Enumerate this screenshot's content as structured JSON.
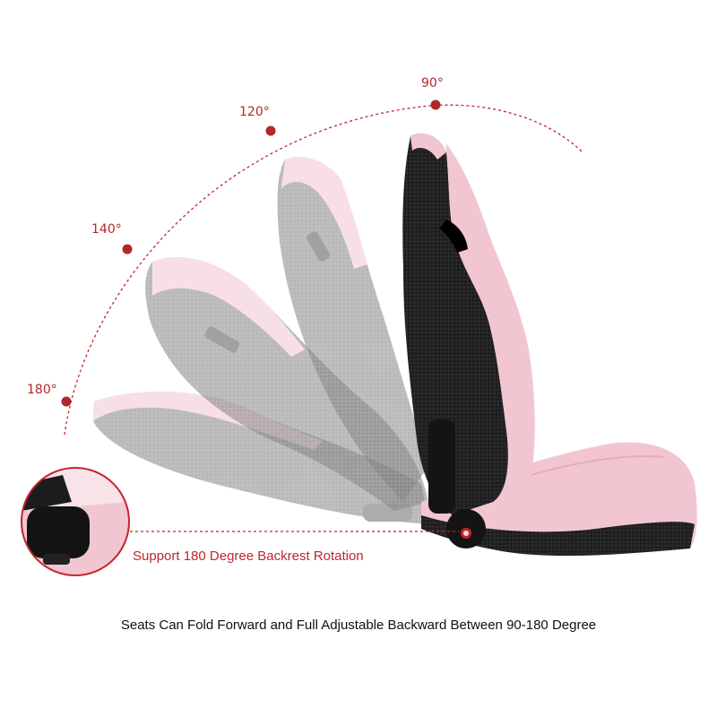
{
  "angles": [
    {
      "label": "90°"
    },
    {
      "label": "120°"
    },
    {
      "label": "140°"
    },
    {
      "label": "180°"
    }
  ],
  "feature_caption": "Support 180 Degree Backrest Rotation",
  "bottom_caption": "Seats Can Fold Forward and Full Adjustable Backward Between 90-180 Degree",
  "colors": {
    "accent_red": "#c0262c",
    "seat_pink": "#f2c6d0",
    "seat_black": "#1c1c1e",
    "ghost_gray": "#8a8a8a"
  }
}
